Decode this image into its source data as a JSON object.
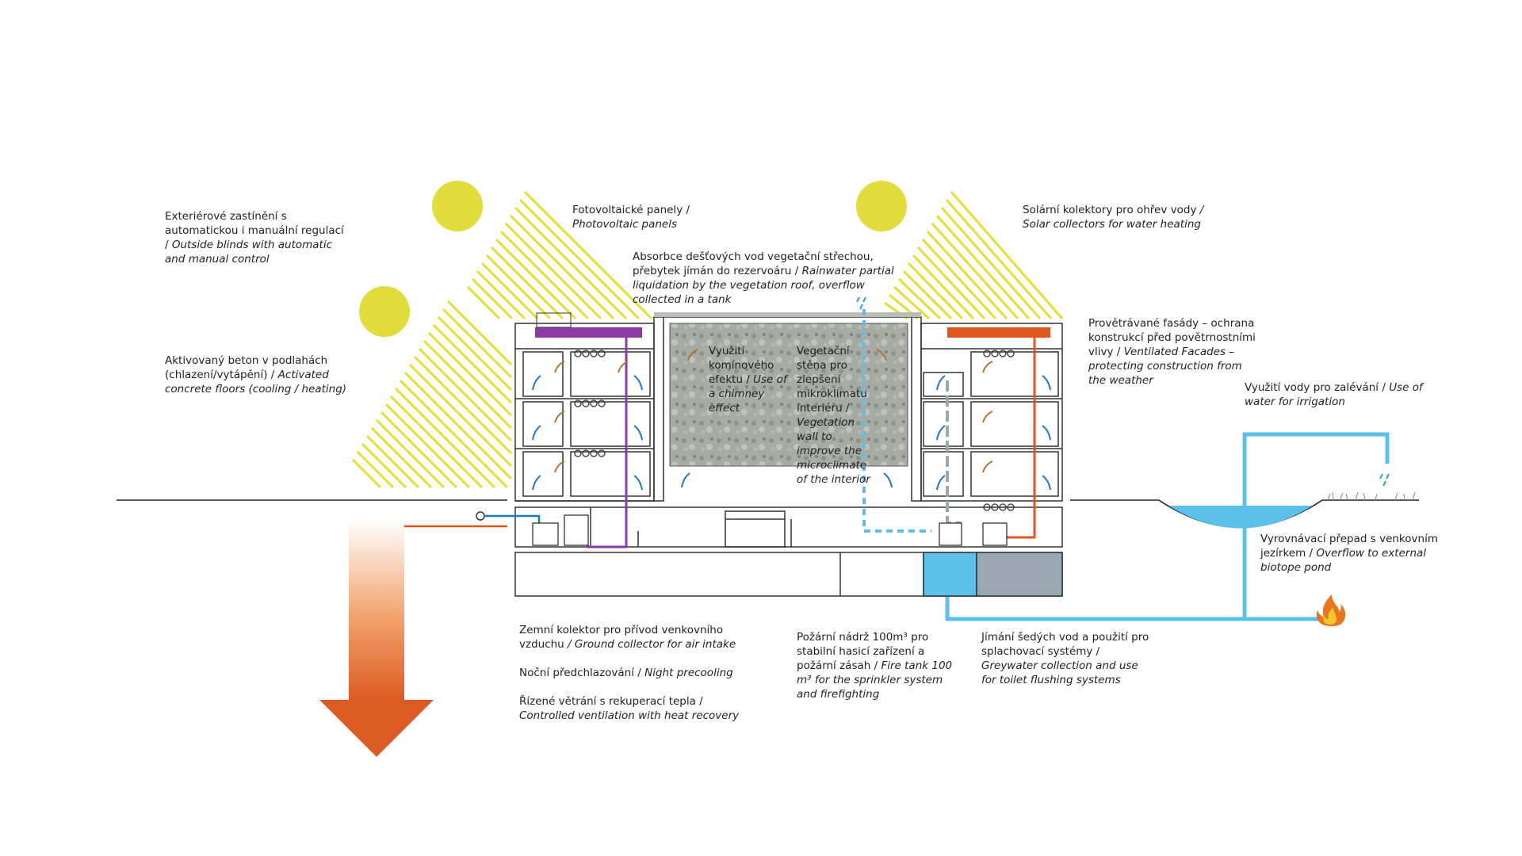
{
  "colors": {
    "sun": "#e2dc3c",
    "sun_rays": "#e6df30",
    "pv_panel": "#8e3aa6",
    "solar_collector": "#e0561e",
    "water": "#5bc0ea",
    "water_dark": "#2aa4de",
    "greywater": "#9aa9b1",
    "blue_arrow": "#1a78c2",
    "brown_arrow": "#b2742d",
    "vegetation_wall": "#a9ada5",
    "gradient_top": "#ffffff",
    "gradient_bottom": "#dd5a22"
  },
  "icons": [
    "sun-icon",
    "fire-icon",
    "rain-drops-icon",
    "grass-icon",
    "heat-down-arrow-icon"
  ],
  "labels": {
    "outside_blinds": {
      "cz": "Exteriérové zastínění s automatickou i manuální regulací /",
      "en": "Outside blinds with automatic and manual control"
    },
    "activated_concrete": {
      "cz": "Aktivovaný beton v podlahách (chlazení/vytápění) /",
      "en": "Activated concrete floors (cooling / heating)"
    },
    "photovoltaic": {
      "cz": "Fotovoltaické panely /",
      "en": "Photovoltaic panels"
    },
    "rainwater": {
      "cz": "Absorbce dešťových vod vegetační střechou, přebytek jímán do rezervoáru /",
      "en": "Rainwater partial liquidation by the vegetation roof, overflow collected in a tank"
    },
    "solar_collectors": {
      "cz": "Solární kolektory pro ohřev vody",
      "en": "/ Solar collectors for water heating"
    },
    "ventilated_facades": {
      "cz": "Provětrávané fasády – ochrana konstrukcí před povětrnostními vlivy /",
      "en": "Ventilated Facades – protecting construction from the weather"
    },
    "irrigation": {
      "cz": "Využití vody pro zalévání /",
      "en": "Use of water for irrigation"
    },
    "chimney_effect": {
      "cz": "Využití komínového efektu /",
      "en": "Use of a chimney effect"
    },
    "vegetation_wall": {
      "cz": "Vegetační stěna pro zlepšení mikroklimatu interiéru /",
      "en": "Vegetation wall to improve the microclimate of the interior"
    },
    "ground_collector": {
      "cz": "Zemní kolektor pro přívod venkovního vzduchu",
      "en": "/ Ground collector for air intake"
    },
    "night_precooling": {
      "cz": "Noční předchlazování /",
      "en": "Night precooling"
    },
    "controlled_ventilation": {
      "cz": "Řízené větrání s rekuperací tepla /",
      "en": "Controlled ventilation with heat recovery"
    },
    "fire_tank": {
      "cz": "Požární nádrž 100m³ pro stabilní hasicí zařízení a požární zásah /",
      "en": "Fire tank 100 m³ for the sprinkler system and firefighting"
    },
    "greywater": {
      "cz": "Jímání šedých vod a použití pro splachovací systémy /",
      "en": "Greywater collection and use for toilet flushing systems"
    },
    "overflow_pond": {
      "cz": "Vyrovnávací přepad s venkovním jezírkem /",
      "en": "Overflow to external biotope pond"
    }
  }
}
